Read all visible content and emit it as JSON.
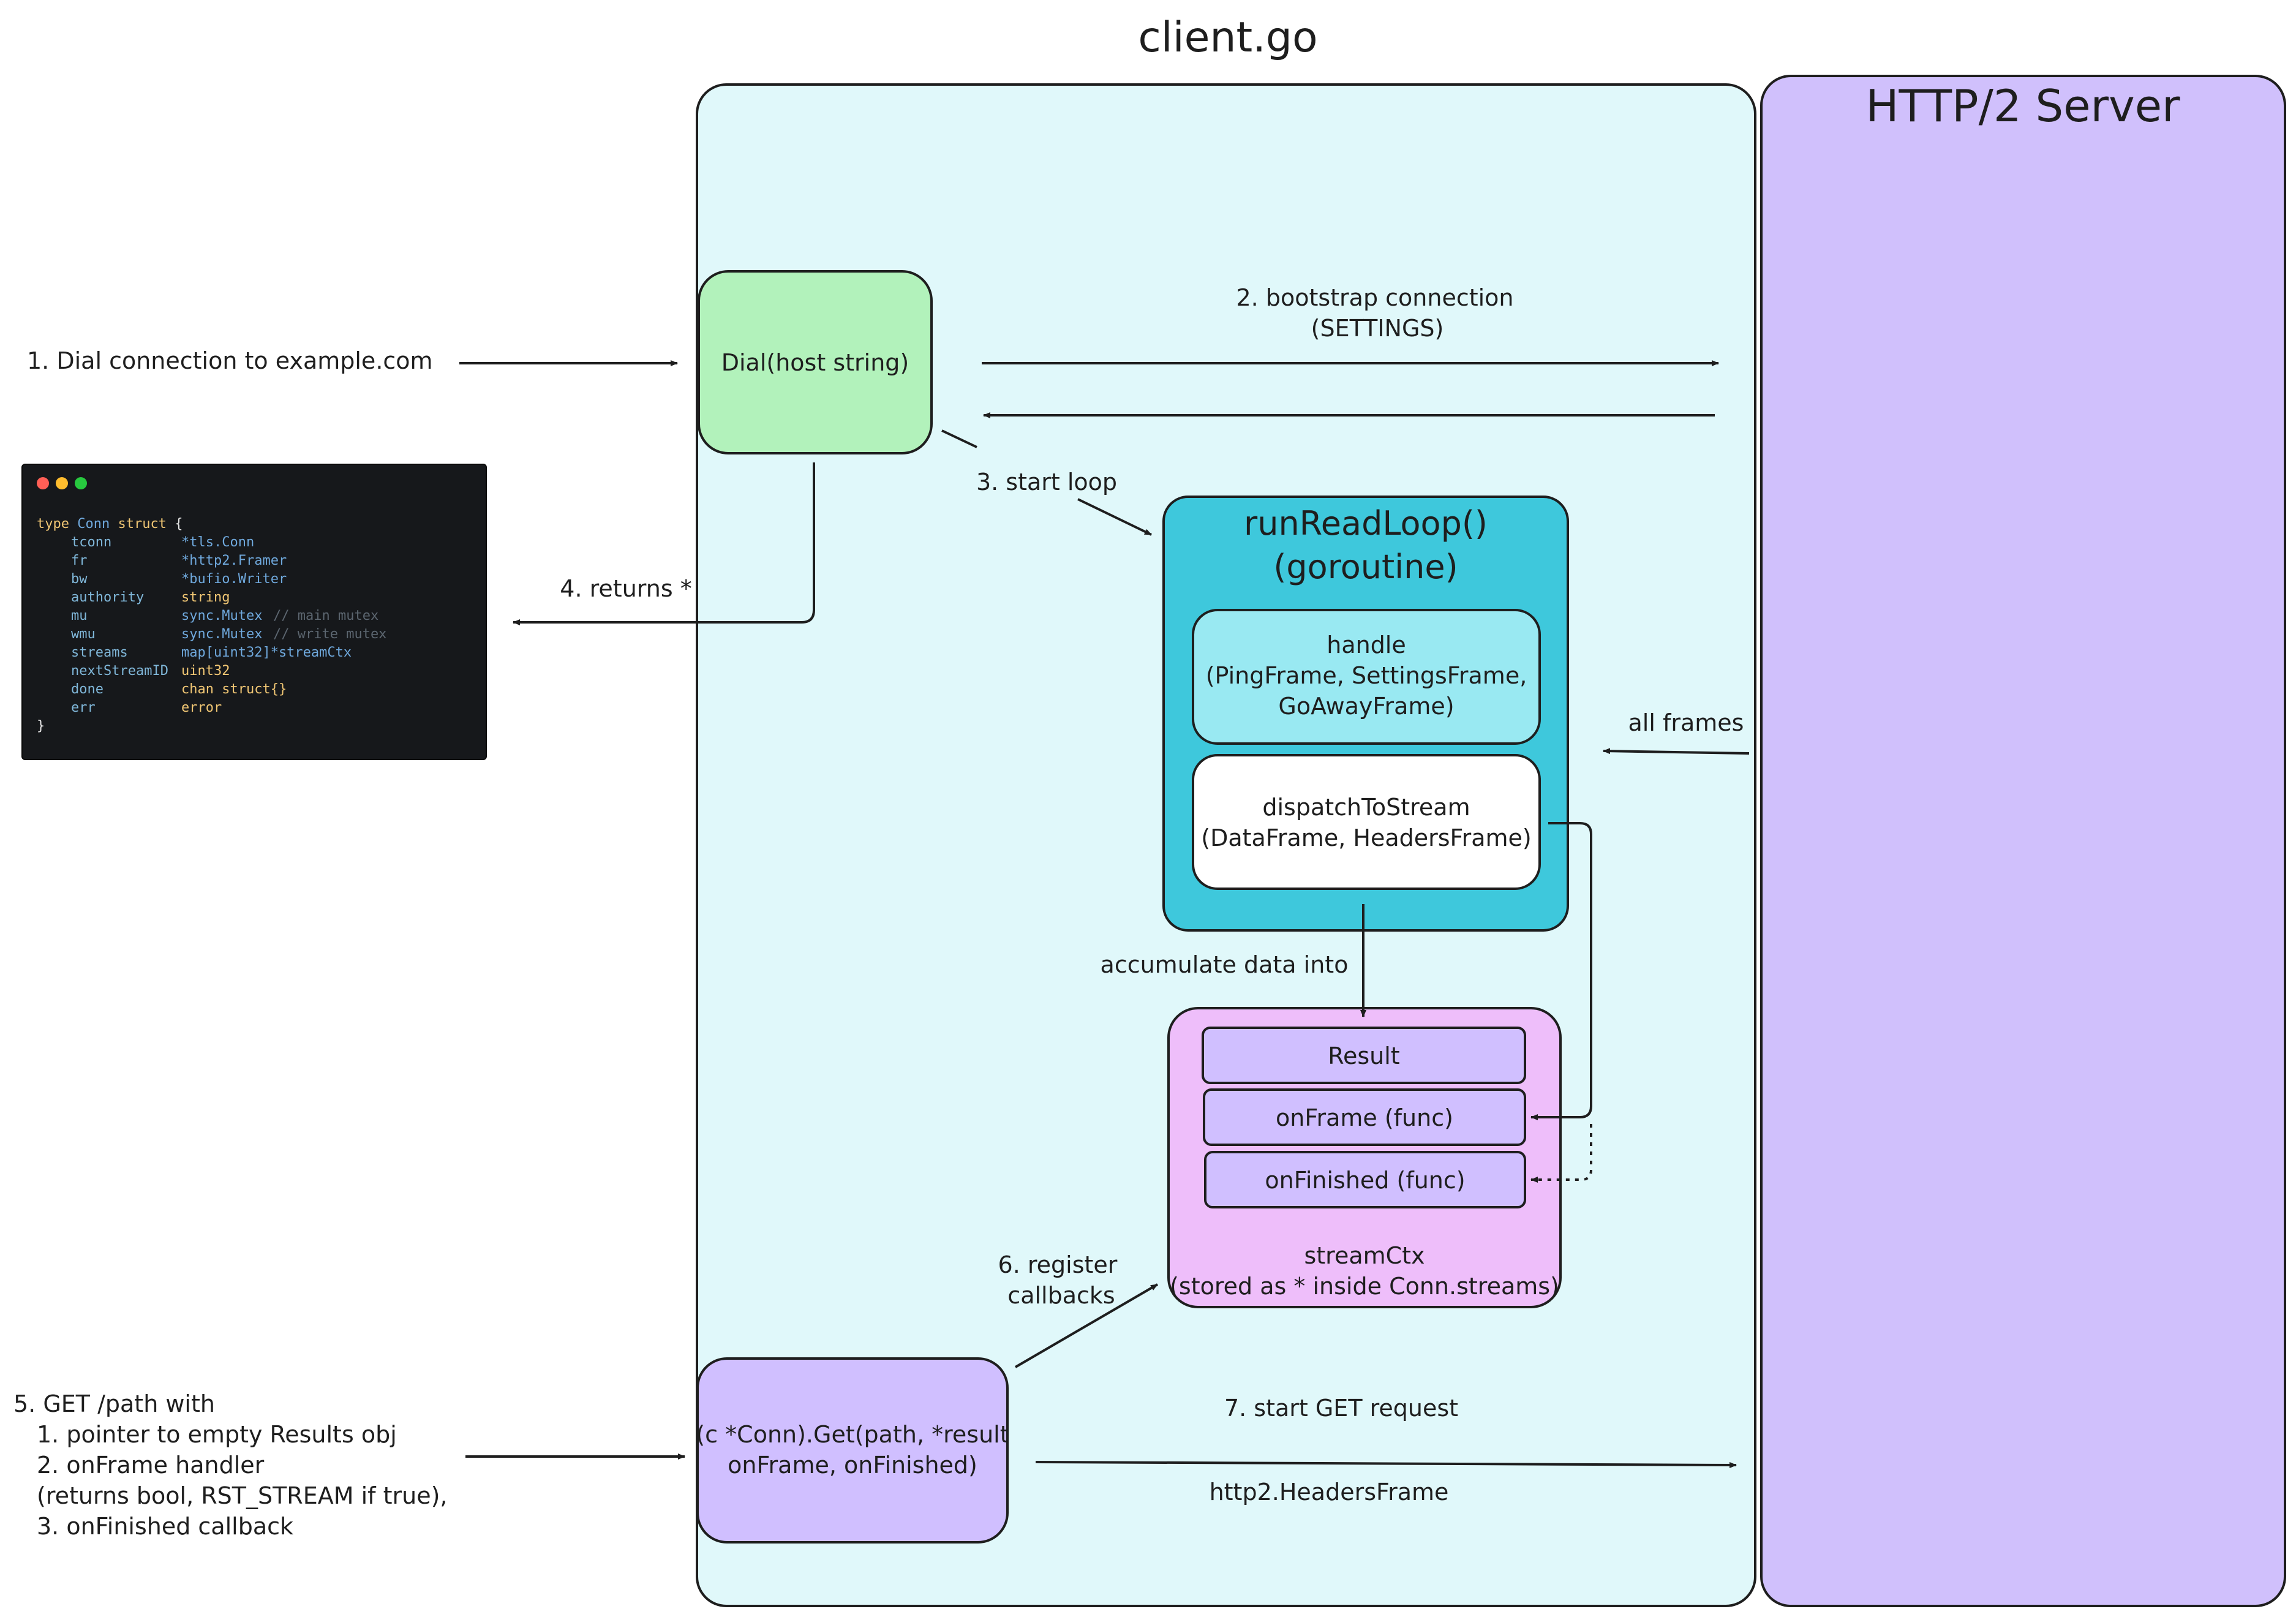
{
  "title": "client.go",
  "server": {
    "label": "HTTP/2 Server"
  },
  "nodes": {
    "dial": "Dial(host string)",
    "run_loop": [
      "runReadLoop()",
      "(goroutine)"
    ],
    "handle": [
      "handle",
      "(PingFrame, SettingsFrame,",
      "GoAwayFrame)"
    ],
    "dispatch": [
      "dispatchToStream",
      "(DataFrame, HeadersFrame)"
    ],
    "result": "Result",
    "on_frame": "onFrame (func)",
    "on_finished": "onFinished (func)",
    "stream_ctx": [
      "streamCtx",
      "(stored as * inside Conn.streams)"
    ],
    "get": [
      "(c *Conn).Get(path, *result",
      "onFinished)"
    ],
    "get_on_frame_inline": "onFrame,"
  },
  "labels": {
    "step1": "1. Dial connection to example.com",
    "step2": [
      "2. bootstrap connection",
      "(SETTINGS)"
    ],
    "step3": "3. start loop",
    "step4": "4. returns *",
    "all_frames": "all frames",
    "accumulate": "accumulate data into",
    "step6": [
      "6. register",
      "callbacks"
    ],
    "step7": "7. start GET request",
    "headers_frame": "http2.HeadersFrame",
    "step5": [
      "5. GET /path with",
      "1. pointer to empty Results obj",
      "2. onFrame handler",
      "(returns bool, RST_STREAM if true),",
      "3. onFinished callback"
    ]
  },
  "code_window": {
    "dots": [
      "#ff5f56",
      "#ffbd2e",
      "#27c93f"
    ],
    "open": [
      "type",
      "Conn",
      "struct",
      "{"
    ],
    "fields": [
      {
        "name": "tconn",
        "type": "*tls.Conn",
        "comment": ""
      },
      {
        "name": "fr",
        "type": "*http2.Framer",
        "comment": ""
      },
      {
        "name": "bw",
        "type": "*bufio.Writer",
        "comment": ""
      },
      {
        "name": "authority",
        "type": "string",
        "comment": ""
      },
      {
        "name": "mu",
        "type": "sync.Mutex",
        "comment": "// main mutex"
      },
      {
        "name": "wmu",
        "type": "sync.Mutex",
        "comment": "// write mutex"
      },
      {
        "name": "streams",
        "type": "map[uint32]*streamCtx",
        "comment": ""
      },
      {
        "name": "nextStreamID",
        "type": "uint32",
        "comment": ""
      },
      {
        "name": "done",
        "type": "chan struct{}",
        "comment": ""
      },
      {
        "name": "err",
        "type": "error",
        "comment": ""
      }
    ],
    "close": "}"
  },
  "colors": {
    "client_bg": "#e0f8fa",
    "server_bg": "#d0c0fc",
    "dial_bg": "#b2f2bb",
    "run_loop_bg": "#3ec8dc",
    "handle_bg": "#99e9f2",
    "dispatch_bg": "#ffffff",
    "stream_ctx_bg": "#eebefa",
    "callback_box_bg": "#d0bfff",
    "get_bg": "#d0bfff",
    "code_bg": "#16181b",
    "stroke": "#1e1e1e"
  }
}
